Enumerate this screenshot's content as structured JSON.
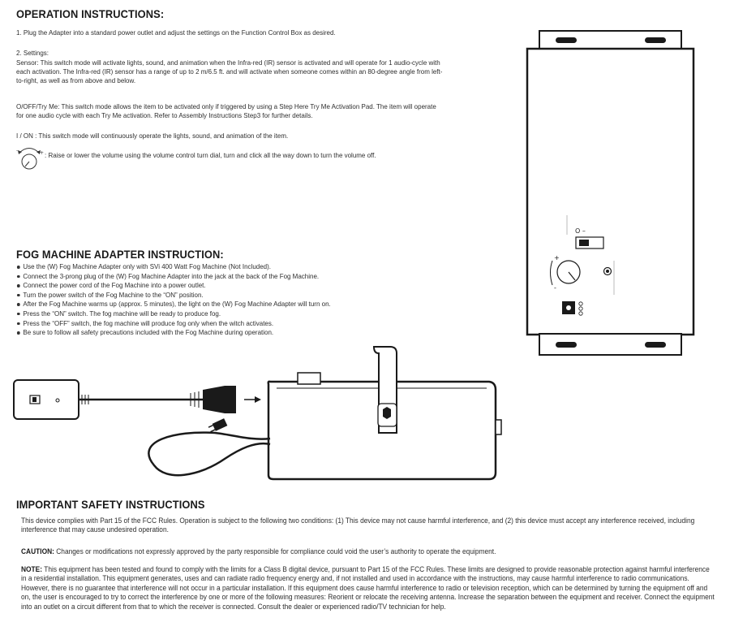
{
  "operation": {
    "heading": "OPERATION INSTRUCTIONS:",
    "step1": "1.  Plug the Adapter into a standard power outlet and adjust the settings on the Function Control Box as desired.",
    "step2_title": "2. Settings:",
    "sensor_text": "Sensor: This switch mode will activate lights, sound, and animation when the Infra-red (IR) sensor is activated and will operate for 1 audio-cycle with each activation. The Infra-red (IR) sensor has a range of up to 2 m/6.5 ft. and will activate when someone comes within an 80-degree angle from left-to-right, as well as from above and below.",
    "tryme_text": "O/OFF/Try Me: This switch mode allows the item to be activated only if triggered by using a Step Here Try Me Activation Pad. The item will operate for one audio cycle with each Try Me activation. Refer to Assembly Instructions Step3 for further details.",
    "on_text": "I / ON : This switch mode will continuously operate the lights, sound, and animation of the item.",
    "volume_text": ": Raise or lower the volume using the volume control turn dial, turn and click all the way down to turn the volume off."
  },
  "fog": {
    "heading": "FOG MACHINE ADAPTER INSTRUCTION:",
    "items": [
      "Use the (W) Fog Machine Adapter only with SVi 400 Watt Fog Machine (Not Included).",
      "Connect the 3-prong plug of the (W) Fog Machine Adapter into the jack at the back of the Fog Machine.",
      "Connect the power cord of the Fog Machine into a power outlet.",
      "Turn the power switch of the Fog Machine to the “ON” position.",
      "After the Fog Machine warms up (approx. 5 minutes), the light on the (W) Fog Machine Adapter will turn on.",
      "Press the “ON” switch. The fog machine will be ready to produce fog.",
      "Press the “OFF” switch,  the fog machine will produce fog only when the witch activates.",
      "Be sure to follow all safety precautions included with the Fog Machine during operation."
    ]
  },
  "safety": {
    "heading": "IMPORTANT SAFETY INSTRUCTIONS",
    "fcc_text": "This device complies with Part 15 of the FCC Rules.  Operation is subject to the following two conditions: (1) This device may not cause harmful interference, and (2) this device must accept any interference received, including interference that may cause undesired operation.",
    "caution_label": "CAUTION:",
    "caution_text": " Changes or modifications not expressly approved by the party responsible for compliance could void the user’s authority to operate the equipment.",
    "note_label": "NOTE:",
    "note_text": " This equipment has been tested and found to comply with the limits for a Class B digital device, pursuant to Part 15 of the FCC Rules. These limits are designed to provide reasonable protection against harmful interference in a residential installation. This equipment generates, uses and can radiate radio frequency energy and, if not installed and used in accordance with the instructions, may cause harmful interference to radio communications. However, there is no guarantee that interference will not occur in a particular installation. If this equipment does cause harmful interference to radio or television reception, which can be determined by turning the equipment off and on, the user is encouraged to try to correct the interference by one or more of the following measures: Reorient or relocate the receiving antenna. Increase the separation between the equipment and receiver. Connect the equipment into an outlet on a circuit different from that to which the receiver is connected. Consult the dealer or experienced radio/TV technician for help."
  },
  "control_box": {
    "switch_label": "O –"
  },
  "colors": {
    "text": "#2e2e2e",
    "heading": "#1a1a1a",
    "line": "#1a1a1a"
  }
}
